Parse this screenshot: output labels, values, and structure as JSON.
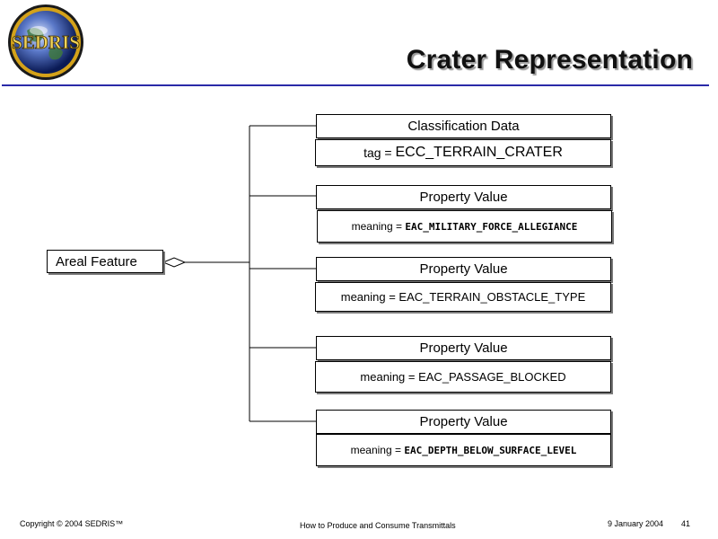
{
  "slide": {
    "title": "Crater Representation",
    "logo_text": "SEDRIS"
  },
  "diagram": {
    "root": "Areal Feature",
    "classification": {
      "header": "Classification Data",
      "tag_prefix": "tag = ",
      "tag_value": "ECC_TERRAIN_CRATER"
    },
    "properties": [
      {
        "header": "Property Value",
        "prefix": "meaning = ",
        "value": "EAC_MILITARY_FORCE_ALLEGIANCE"
      },
      {
        "header": "Property Value",
        "prefix": "meaning = ",
        "value": "EAC_TERRAIN_OBSTACLE_TYPE"
      },
      {
        "header": "Property Value",
        "prefix": "meaning = ",
        "value": "EAC_PASSAGE_BLOCKED"
      },
      {
        "header": "Property Value",
        "prefix": "meaning = ",
        "value": "EAC_DEPTH_BELOW_SURFACE_LEVEL"
      }
    ]
  },
  "footer": {
    "copyright": "Copyright © 2004 SEDRIS™",
    "center": "How to Produce and Consume Transmittals",
    "date": "9 January 2004",
    "page": "41"
  },
  "colors": {
    "rule": "#2a2aa8",
    "title_shadow": "#9a9a9a",
    "box_shadow": "#7a7a7a"
  }
}
